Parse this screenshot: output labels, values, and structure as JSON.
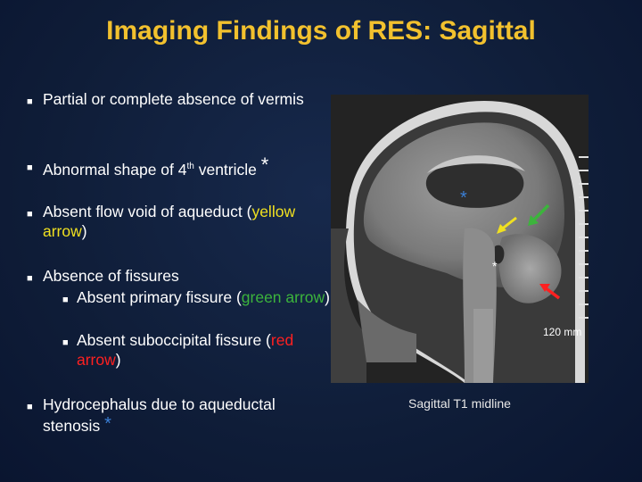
{
  "title": "Imaging Findings of RES: Sagittal",
  "bullets": {
    "b1": "Partial or complete absence of vermis",
    "b2_pre": "Abnormal shape of 4",
    "b2_sup": "th",
    "b2_post": " ventricle ",
    "b2_star": "*",
    "b3_pre": "Absent flow void of aqueduct (",
    "b3_colored": "yellow arrow",
    "b3_post": ")",
    "b4": "Absence of fissures",
    "b4a_pre": "Absent primary fissure (",
    "b4a_colored": "green arrow",
    "b4a_post": ")",
    "b4b_pre": "Absent suboccipital fissure (",
    "b4b_colored": "red arrow",
    "b4b_post": ")",
    "b5_pre": "Hydrocephalus due to aqueductal stenosis ",
    "b5_star": "*"
  },
  "image": {
    "scale_label": "120 mm",
    "star_blue": "*",
    "star_white": "*",
    "caption": "Sagittal T1 midline"
  },
  "colors": {
    "title": "#f2c12e",
    "yellow_arrow": "#f0e020",
    "green_arrow": "#3cb43c",
    "red_arrow": "#ff2020",
    "blue_star": "#3a7fd5"
  }
}
